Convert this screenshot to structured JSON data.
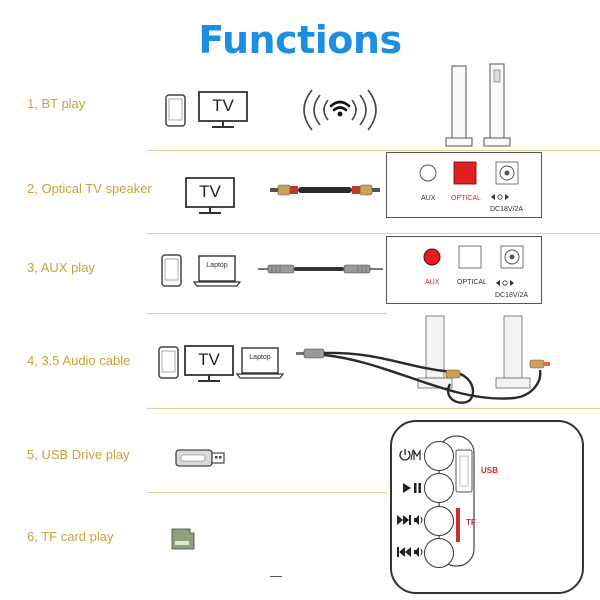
{
  "title": "Functions",
  "rows": [
    {
      "label": "1, BT play"
    },
    {
      "label": "2, Optical TV speaker"
    },
    {
      "label": "3, AUX play"
    },
    {
      "label": "4, 3.5 Audio cable"
    },
    {
      "label": "5, USB Drive play"
    },
    {
      "label": "6, TF card play"
    }
  ],
  "devices": {
    "tv": "TV",
    "laptop": "Laptop"
  },
  "panel_optical": {
    "aux": "AUX",
    "optical": "OPTICAL",
    "dc": "DC18V/2A"
  },
  "panel_aux": {
    "aux": "AUX",
    "optical": "OPTICAL",
    "dc": "DC18V/2A"
  },
  "control_box": {
    "usb": "USB",
    "tf": "TF"
  },
  "colors": {
    "title": "#1d8fe0",
    "label": "#c9a03c",
    "separator": "#e8cf8f",
    "accent_red": "#d62828"
  },
  "icons": [
    "phone-icon",
    "tv-icon",
    "laptop-icon",
    "wifi-waves-icon",
    "soundbar-tower-icon",
    "optical-cable-icon",
    "aux-cable-icon",
    "usb-drive-icon",
    "tf-card-icon",
    "power-mode-icon",
    "play-pause-icon",
    "next-volume-up-icon",
    "prev-volume-down-icon"
  ]
}
